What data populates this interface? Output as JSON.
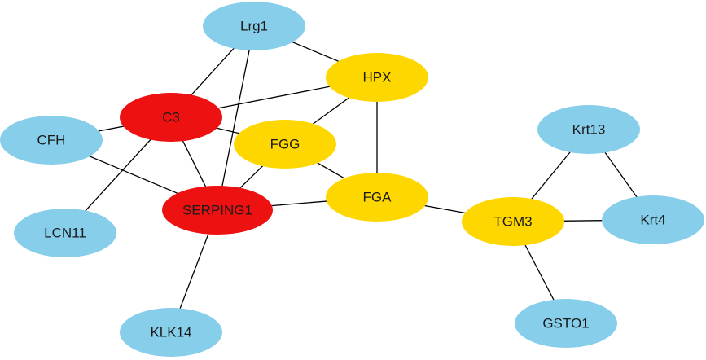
{
  "colors": {
    "low": "#87CEEB",
    "mid": "#FFD700",
    "high": "#EE1111",
    "edge": "#000000"
  },
  "nodes": [
    {
      "id": "Lrg1",
      "label": "Lrg1",
      "group": "low"
    },
    {
      "id": "HPX",
      "label": "HPX",
      "group": "mid"
    },
    {
      "id": "C3",
      "label": "C3",
      "group": "high"
    },
    {
      "id": "CFH",
      "label": "CFH",
      "group": "low"
    },
    {
      "id": "FGG",
      "label": "FGG",
      "group": "mid"
    },
    {
      "id": "FGA",
      "label": "FGA",
      "group": "mid"
    },
    {
      "id": "SERPING1",
      "label": "SERPING1",
      "group": "high"
    },
    {
      "id": "LCN11",
      "label": "LCN11",
      "group": "low"
    },
    {
      "id": "KLK14",
      "label": "KLK14",
      "group": "low"
    },
    {
      "id": "TGM3",
      "label": "TGM3",
      "group": "mid"
    },
    {
      "id": "Krt13",
      "label": "Krt13",
      "group": "low"
    },
    {
      "id": "Krt4",
      "label": "Krt4",
      "group": "low"
    },
    {
      "id": "GSTO1",
      "label": "GSTO1",
      "group": "low"
    }
  ],
  "edges": [
    [
      "Lrg1",
      "C3"
    ],
    [
      "Lrg1",
      "SERPING1"
    ],
    [
      "Lrg1",
      "HPX"
    ],
    [
      "HPX",
      "C3"
    ],
    [
      "HPX",
      "FGG"
    ],
    [
      "HPX",
      "FGA"
    ],
    [
      "C3",
      "CFH"
    ],
    [
      "C3",
      "FGG"
    ],
    [
      "C3",
      "SERPING1"
    ],
    [
      "C3",
      "LCN11"
    ],
    [
      "CFH",
      "SERPING1"
    ],
    [
      "FGG",
      "SERPING1"
    ],
    [
      "FGG",
      "FGA"
    ],
    [
      "SERPING1",
      "FGA"
    ],
    [
      "SERPING1",
      "KLK14"
    ],
    [
      "FGA",
      "TGM3"
    ],
    [
      "TGM3",
      "Krt13"
    ],
    [
      "TGM3",
      "Krt4"
    ],
    [
      "TGM3",
      "GSTO1"
    ],
    [
      "Krt13",
      "Krt4"
    ]
  ]
}
